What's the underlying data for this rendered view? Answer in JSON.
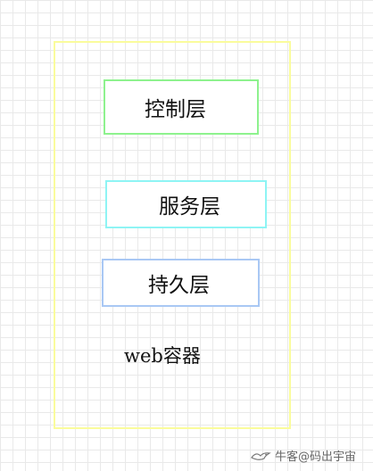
{
  "diagram": {
    "layers": [
      {
        "label": "控制层",
        "color": "#8ef28e"
      },
      {
        "label": "服务层",
        "color": "#8ef4f4"
      },
      {
        "label": "持久层",
        "color": "#a9c8f4"
      }
    ],
    "container_label": "web容器",
    "container_color": "#fafc9c"
  },
  "watermark": {
    "text": "牛客@码出宇宙",
    "icon": "bird-logo-icon"
  }
}
